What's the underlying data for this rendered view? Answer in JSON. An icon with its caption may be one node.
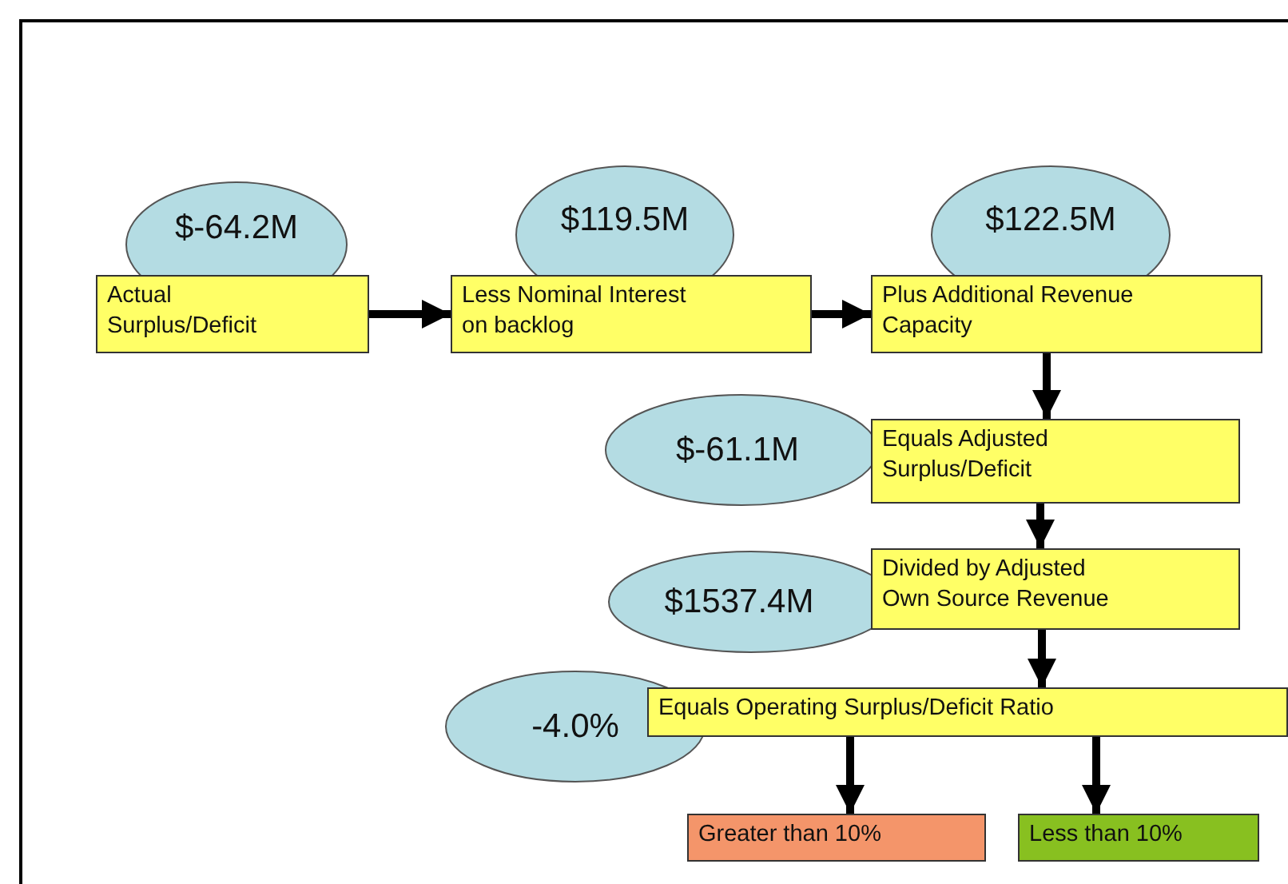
{
  "diagram": {
    "nodes": [
      {
        "text": [
          "$-64.2M"
        ]
      },
      {
        "text": [
          "Actual Surplus/Deficit"
        ]
      },
      {
        "text": [
          "$119.5M"
        ]
      },
      {
        "text": [
          "Less Nominal Interest on backlog"
        ]
      },
      {
        "text": [
          "$122.5M"
        ]
      },
      {
        "text": [
          "Plus Additional Revenue Capacity"
        ]
      },
      {
        "text": [
          "$-61.1M"
        ]
      },
      {
        "text": [
          "Equals Adjusted Surplus/Deficit"
        ]
      },
      {
        "text": [
          "$1537.4M"
        ]
      },
      {
        "text": [
          "Divided by Adjusted Own Source Revenue"
        ]
      },
      {
        "text": [
          "-4.0%"
        ]
      },
      {
        "text": [
          "Equals Operating Surplus/Deficit Ratio"
        ]
      },
      {
        "text": [
          "Greater than 10%"
        ]
      },
      {
        "text": [
          "Less than 10%"
        ]
      }
    ],
    "edges": [
      {
        "from": 1,
        "to": 3,
        "arrow": "to"
      },
      {
        "from": 3,
        "to": 5,
        "arrow": "to"
      },
      {
        "from": 5,
        "to": 7,
        "arrow": "to"
      },
      {
        "from": 7,
        "to": 9,
        "arrow": "to"
      },
      {
        "from": 9,
        "to": 11,
        "arrow": "to"
      },
      {
        "from": 11,
        "to": 12,
        "arrow": "to"
      },
      {
        "from": 11,
        "to": 13,
        "arrow": "to"
      }
    ]
  }
}
